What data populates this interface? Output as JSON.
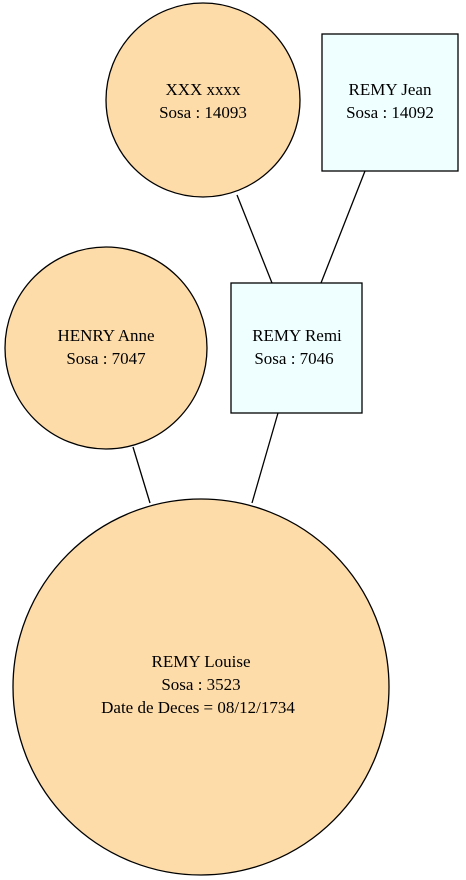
{
  "colors": {
    "female_fill": "#fddcaa",
    "male_fill": "#efffff",
    "stroke": "#000000"
  },
  "nodes": {
    "xxx": {
      "shape": "circle",
      "lines": [
        "XXX xxxx",
        "Sosa : 14093"
      ]
    },
    "jean": {
      "shape": "box",
      "lines": [
        "REMY Jean",
        "Sosa : 14092"
      ]
    },
    "anne": {
      "shape": "circle",
      "lines": [
        "HENRY Anne",
        "Sosa : 7047"
      ]
    },
    "remi": {
      "shape": "box",
      "lines": [
        "REMY Remi",
        "Sosa : 7046"
      ]
    },
    "louise": {
      "shape": "circle",
      "lines": [
        "REMY Louise",
        "Sosa : 3523",
        "Date de Deces = 08/12/1734"
      ]
    }
  }
}
